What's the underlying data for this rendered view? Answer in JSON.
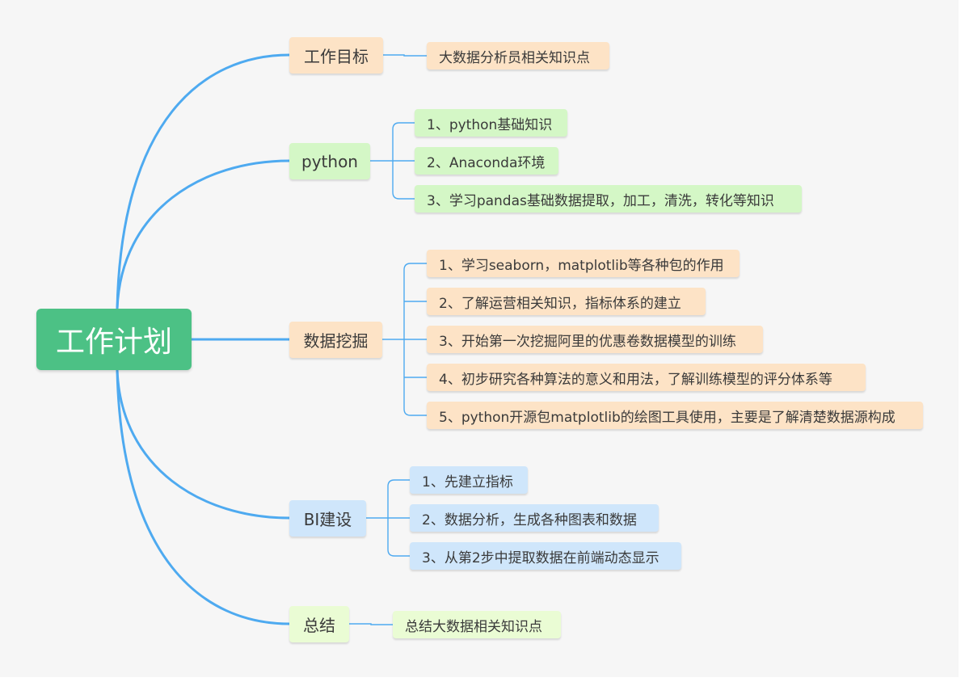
{
  "root": {
    "label": "工作计划"
  },
  "colors": {
    "root_bg": "#4cc185",
    "link": "#4eaaf0",
    "goal_bg": "#fde3c6",
    "python_bg": "#d4f7c6",
    "mining_bg": "#fde3c6",
    "bi_bg": "#cfe6fb",
    "summary_bg": "#eafcd4"
  },
  "branches": [
    {
      "label": "工作目标",
      "children": [
        "大数据分析员相关知识点"
      ]
    },
    {
      "label": "python",
      "children": [
        "1、python基础知识",
        "2、Anaconda环境",
        "3、学习pandas基础数据提取，加工，清洗，转化等知识"
      ]
    },
    {
      "label": "数据挖掘",
      "children": [
        "1、学习seaborn，matplotlib等各种包的作用",
        "2、了解运营相关知识，指标体系的建立",
        "3、开始第一次挖掘阿里的优惠卷数据模型的训练",
        "4、初步研究各种算法的意义和用法，了解训练模型的评分体系等",
        "5、python开源包matplotlib的绘图工具使用，主要是了解清楚数据源构成"
      ]
    },
    {
      "label": "BI建设",
      "children": [
        "1、先建立指标",
        "2、数据分析，生成各种图表和数据",
        "3、从第2步中提取数据在前端动态显示"
      ]
    },
    {
      "label": "总结",
      "children": [
        "总结大数据相关知识点"
      ]
    }
  ]
}
